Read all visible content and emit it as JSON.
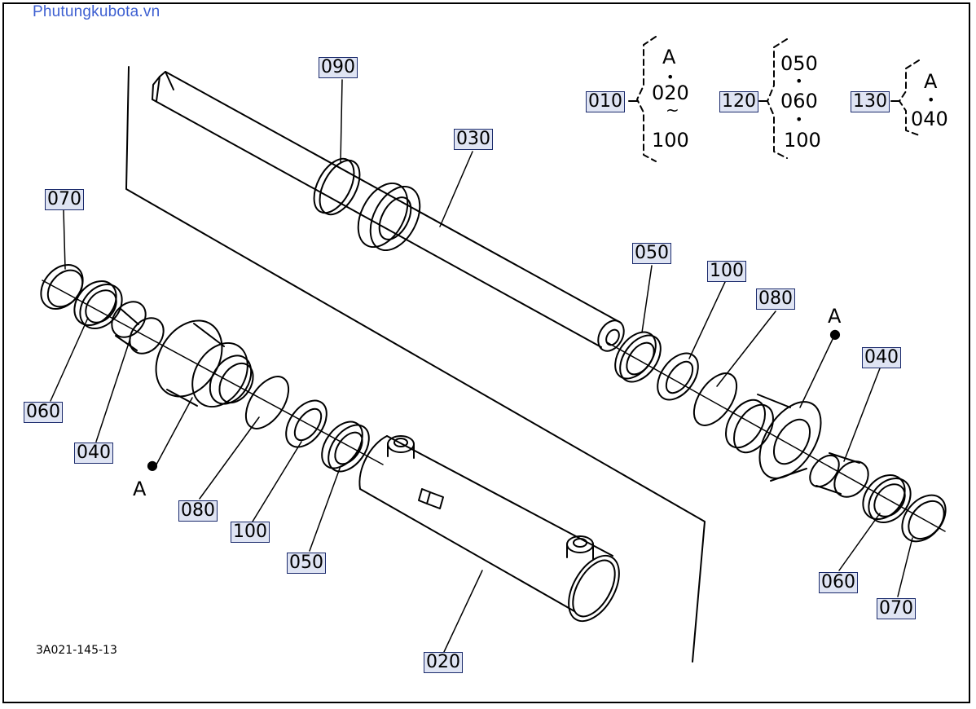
{
  "watermark": "Phutungkubota.vn",
  "drawing_code": "3A021-145-13",
  "callouts": {
    "p090": "090",
    "p030": "030",
    "p070_left": "070",
    "p060_left": "060",
    "p040_left": "040",
    "p080_left": "080",
    "p100_left": "100",
    "p050_left": "050",
    "p020": "020",
    "p050_right": "050",
    "p100_right": "100",
    "p080_right": "080",
    "p040_right": "040",
    "p060_right": "060",
    "p070_right": "070",
    "marker_a_left": "A",
    "marker_a_right": "A"
  },
  "legend": {
    "g010": {
      "code": "010",
      "lines": [
        "A",
        "020",
        "100"
      ],
      "sep": [
        "•",
        "~"
      ]
    },
    "g120": {
      "code": "120",
      "lines": [
        "050",
        "060",
        "100"
      ],
      "sep": [
        "•",
        "•"
      ]
    },
    "g130": {
      "code": "130",
      "lines": [
        "A",
        "040"
      ],
      "sep": [
        "•"
      ]
    }
  }
}
